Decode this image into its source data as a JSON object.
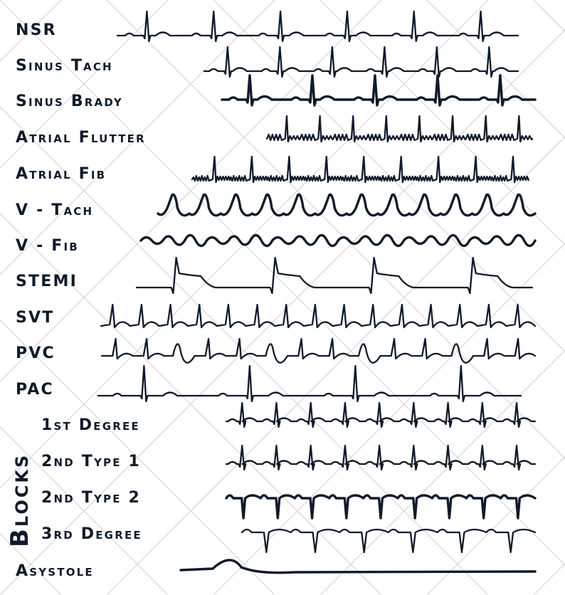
{
  "rhythms": [
    {
      "id": "nsr",
      "label": "NSR",
      "pattern": "sinus",
      "beats": 6,
      "thick": false
    },
    {
      "id": "sinus-tach",
      "label": "Sinus Tach",
      "pattern": "sinus",
      "beats": 6,
      "thick": false
    },
    {
      "id": "sinus-brady",
      "label": "Sinus Brady",
      "pattern": "sinus",
      "beats": 5,
      "thick": true
    },
    {
      "id": "atrial-flutter",
      "label": "Atrial Flutter",
      "pattern": "flutter",
      "beats": 8,
      "thick": false
    },
    {
      "id": "atrial-fib",
      "label": "Atrial Fib",
      "pattern": "afib",
      "beats": 9,
      "thick": false
    },
    {
      "id": "v-tach",
      "label": "V - Tach",
      "pattern": "vtach",
      "beats": 12,
      "thick": true
    },
    {
      "id": "v-fib",
      "label": "V - Fib",
      "pattern": "vfib",
      "beats": 0,
      "thick": true
    },
    {
      "id": "stemi",
      "label": "STEMI",
      "pattern": "stemi",
      "beats": 4,
      "thick": false
    },
    {
      "id": "svt",
      "label": "SVT",
      "pattern": "svt",
      "beats": 15,
      "thick": false
    },
    {
      "id": "pvc",
      "label": "PVC",
      "pattern": "pvc",
      "beats": 14,
      "thick": false
    },
    {
      "id": "pac",
      "label": "PAC",
      "pattern": "pac",
      "beats": 4,
      "thick": false
    },
    {
      "id": "block-1st-degree",
      "label": "1st Degree",
      "pattern": "block1",
      "beats": 9,
      "thick": false
    },
    {
      "id": "block-2nd-type-1",
      "label": "2nd Type 1",
      "pattern": "block2a",
      "beats": 9,
      "thick": false
    },
    {
      "id": "block-2nd-type-2",
      "label": "2nd Type 2",
      "pattern": "block2b",
      "beats": 9,
      "thick": true
    },
    {
      "id": "block-3rd-degree",
      "label": "3rd Degree",
      "pattern": "block3",
      "beats": 6,
      "thick": false
    },
    {
      "id": "asystole",
      "label": "Asystole",
      "pattern": "asystole",
      "beats": 0,
      "thick": true
    }
  ],
  "blocks_label": "Blocks",
  "colors": {
    "ink": "#0f1b2a",
    "watermark": "#d8d8d8",
    "background": "#ffffff"
  }
}
